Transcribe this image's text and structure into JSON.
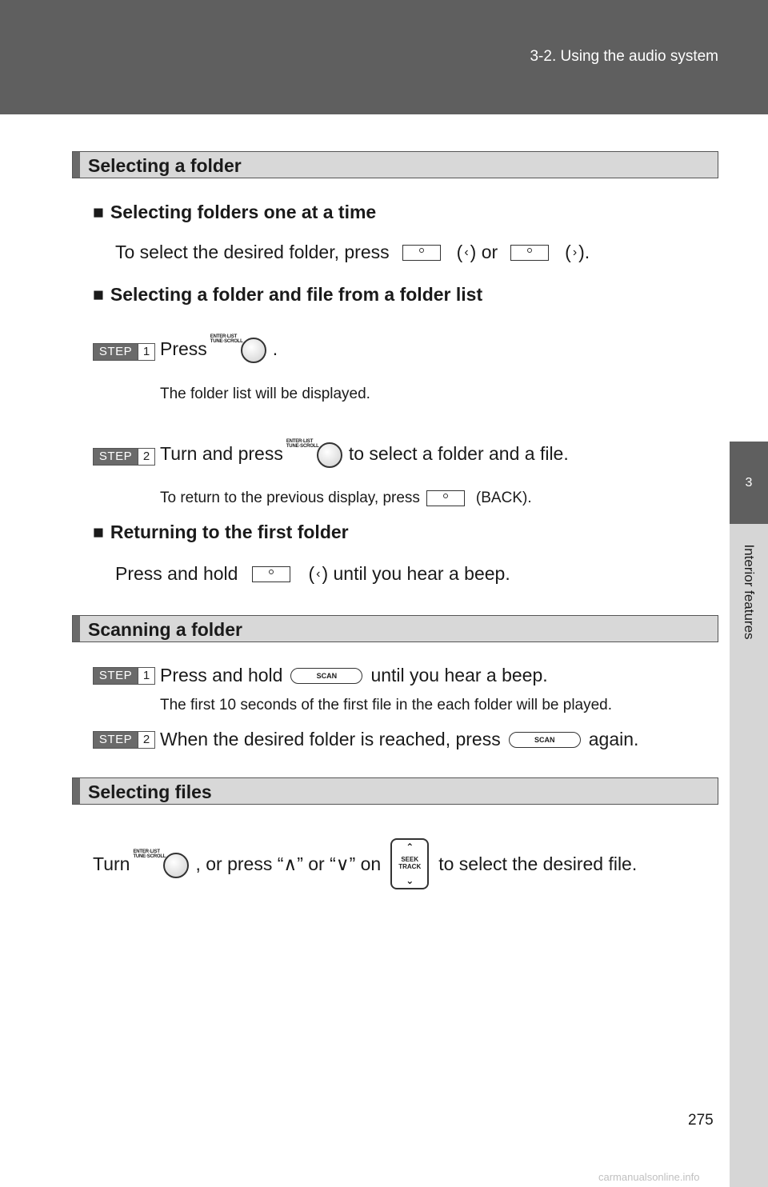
{
  "header": {
    "section": "3-2. Using the audio system"
  },
  "side_tab": {
    "number": "3",
    "label": "Interior features"
  },
  "sections": {
    "folder": {
      "title": "Selecting a folder",
      "one_at_a_time": {
        "heading": "Selecting folders one at a time",
        "text_a": "To select the desired folder, press",
        "text_b": "(",
        "text_c": ") or",
        "text_d": "(",
        "text_e": ")."
      },
      "folder_list": {
        "heading": "Selecting a folder and file from a folder list",
        "step1": {
          "label": "STEP",
          "num": "1",
          "text_a": "Press",
          "text_b": ".",
          "note": "The folder list will be displayed."
        },
        "step2": {
          "label": "STEP",
          "num": "2",
          "text_a": "Turn and press",
          "text_b": "to select a folder and a file.",
          "note_a": "To return to the previous display, press",
          "note_b": "(BACK)."
        }
      },
      "first_folder": {
        "heading": "Returning to the first folder",
        "text_a": "Press and hold",
        "text_b": "(",
        "text_c": ") until you hear a beep."
      }
    },
    "scanning": {
      "title": "Scanning a folder",
      "step1": {
        "label": "STEP",
        "num": "1",
        "text_a": "Press and hold",
        "text_b": "until you hear a beep.",
        "note": "The first 10 seconds of the first file in the each folder will be played."
      },
      "step2": {
        "label": "STEP",
        "num": "2",
        "text_a": "When the desired folder is reached, press",
        "text_b": "again."
      }
    },
    "files": {
      "title": "Selecting files",
      "text_a": "Turn",
      "text_b": ", or press “∧” or “∨” on",
      "text_c": "to select the desired file."
    }
  },
  "buttons": {
    "knob_label_1": "ENTER·LIST",
    "knob_label_2": "TUNE·SCROLL",
    "scan_label": "SCAN",
    "seek_label_1": "SEEK",
    "seek_label_2": "TRACK",
    "chevron_left": "‹",
    "chevron_right": "›",
    "square": "■",
    "arrow_up": "⌃",
    "arrow_down": "⌄"
  },
  "page_number": "275",
  "watermark": "carmanualsonline.info"
}
